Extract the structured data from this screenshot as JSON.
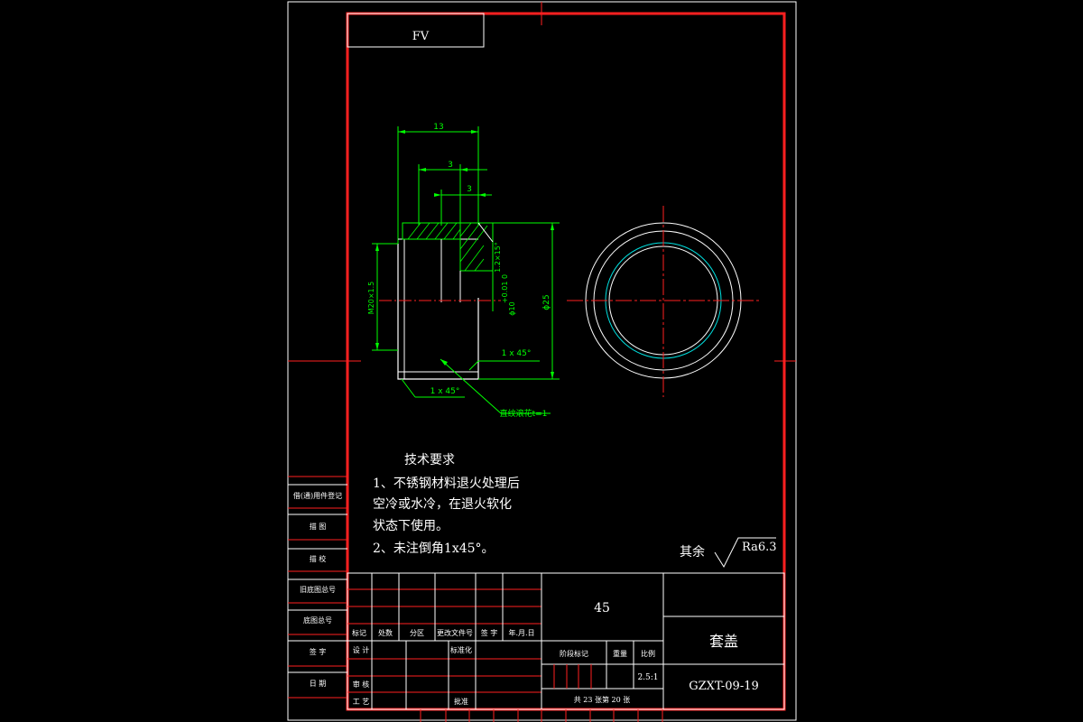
{
  "colors": {
    "background": "#000000",
    "frame": "#ff2020",
    "dimension": "#00ff00",
    "outline": "#ffffff",
    "centerline": "#ff2020",
    "thread": "#00e0e0"
  },
  "corner_tag": "FV",
  "dimensions": {
    "length_13": "13",
    "dim_3_top": "3",
    "dim_3_mid": "3",
    "thread_m": "M20×1.5",
    "dia_d": "ϕ10",
    "tol": "+0.01 0",
    "od": "ϕ25",
    "chamfer_angle_1": "1.2×15°",
    "chamfer_right": "1 x 45°",
    "chamfer_left": "1 x 45°",
    "knurl_note": "直纹滚花t=1"
  },
  "technical_requirements": {
    "title": "技术要求",
    "line1": "1、不锈钢材料退火处理后",
    "line2": "空冷或水冷，在退火软化",
    "line3": "状态下使用。",
    "line4": "2、未注倒角1x45°。"
  },
  "roughness": {
    "prefix": "其余",
    "value": "Ra6.3"
  },
  "left_strip": {
    "r1": "借(通)用件登记",
    "r2": "描  图",
    "r3": "描  校",
    "r4": "旧底图总号",
    "r5": "底图总号",
    "r6": "签  字",
    "r7": "日  期"
  },
  "title_block": {
    "material": "45",
    "part_name": "套盖",
    "drawing_no": "GZXT-09-19",
    "h_mark": "标记",
    "h_count": "处数",
    "h_zone": "分区",
    "h_doc": "更改文件号",
    "h_sign": "签 字",
    "h_date": "年.月.日",
    "design": "设 计",
    "standard": "标准化",
    "stage": "阶段标记",
    "weight": "重量",
    "scale": "比例",
    "scale_value": "2.5:1",
    "review": "审 核",
    "process": "工 艺",
    "approve": "批准",
    "sheets": "共 23 张第 20 张"
  }
}
